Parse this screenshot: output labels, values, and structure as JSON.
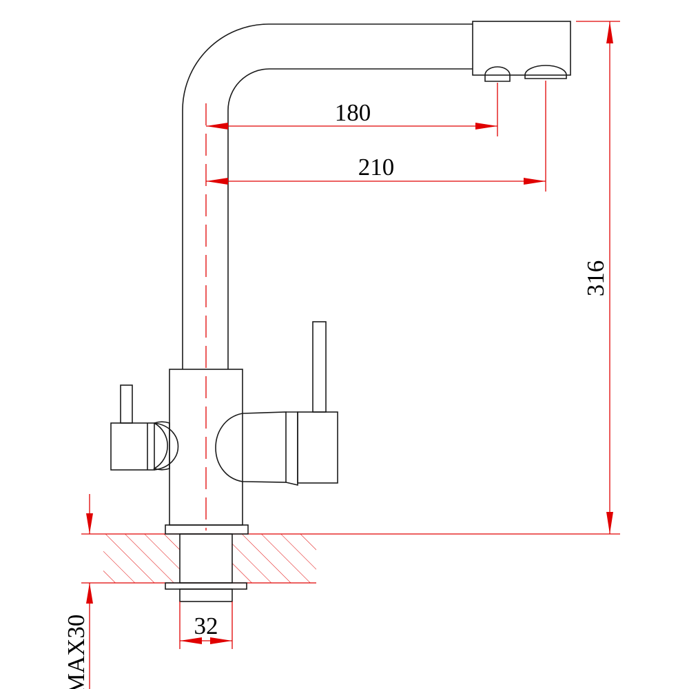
{
  "colors": {
    "outline": "#1a1a1a",
    "dimension": "#e00000",
    "hatch": "#e00000",
    "background": "#ffffff"
  },
  "dimensions": {
    "spout_reach_1": "180",
    "spout_reach_2": "210",
    "total_height": "316",
    "hole_diameter": "32",
    "max_countertop": "MAX30"
  }
}
